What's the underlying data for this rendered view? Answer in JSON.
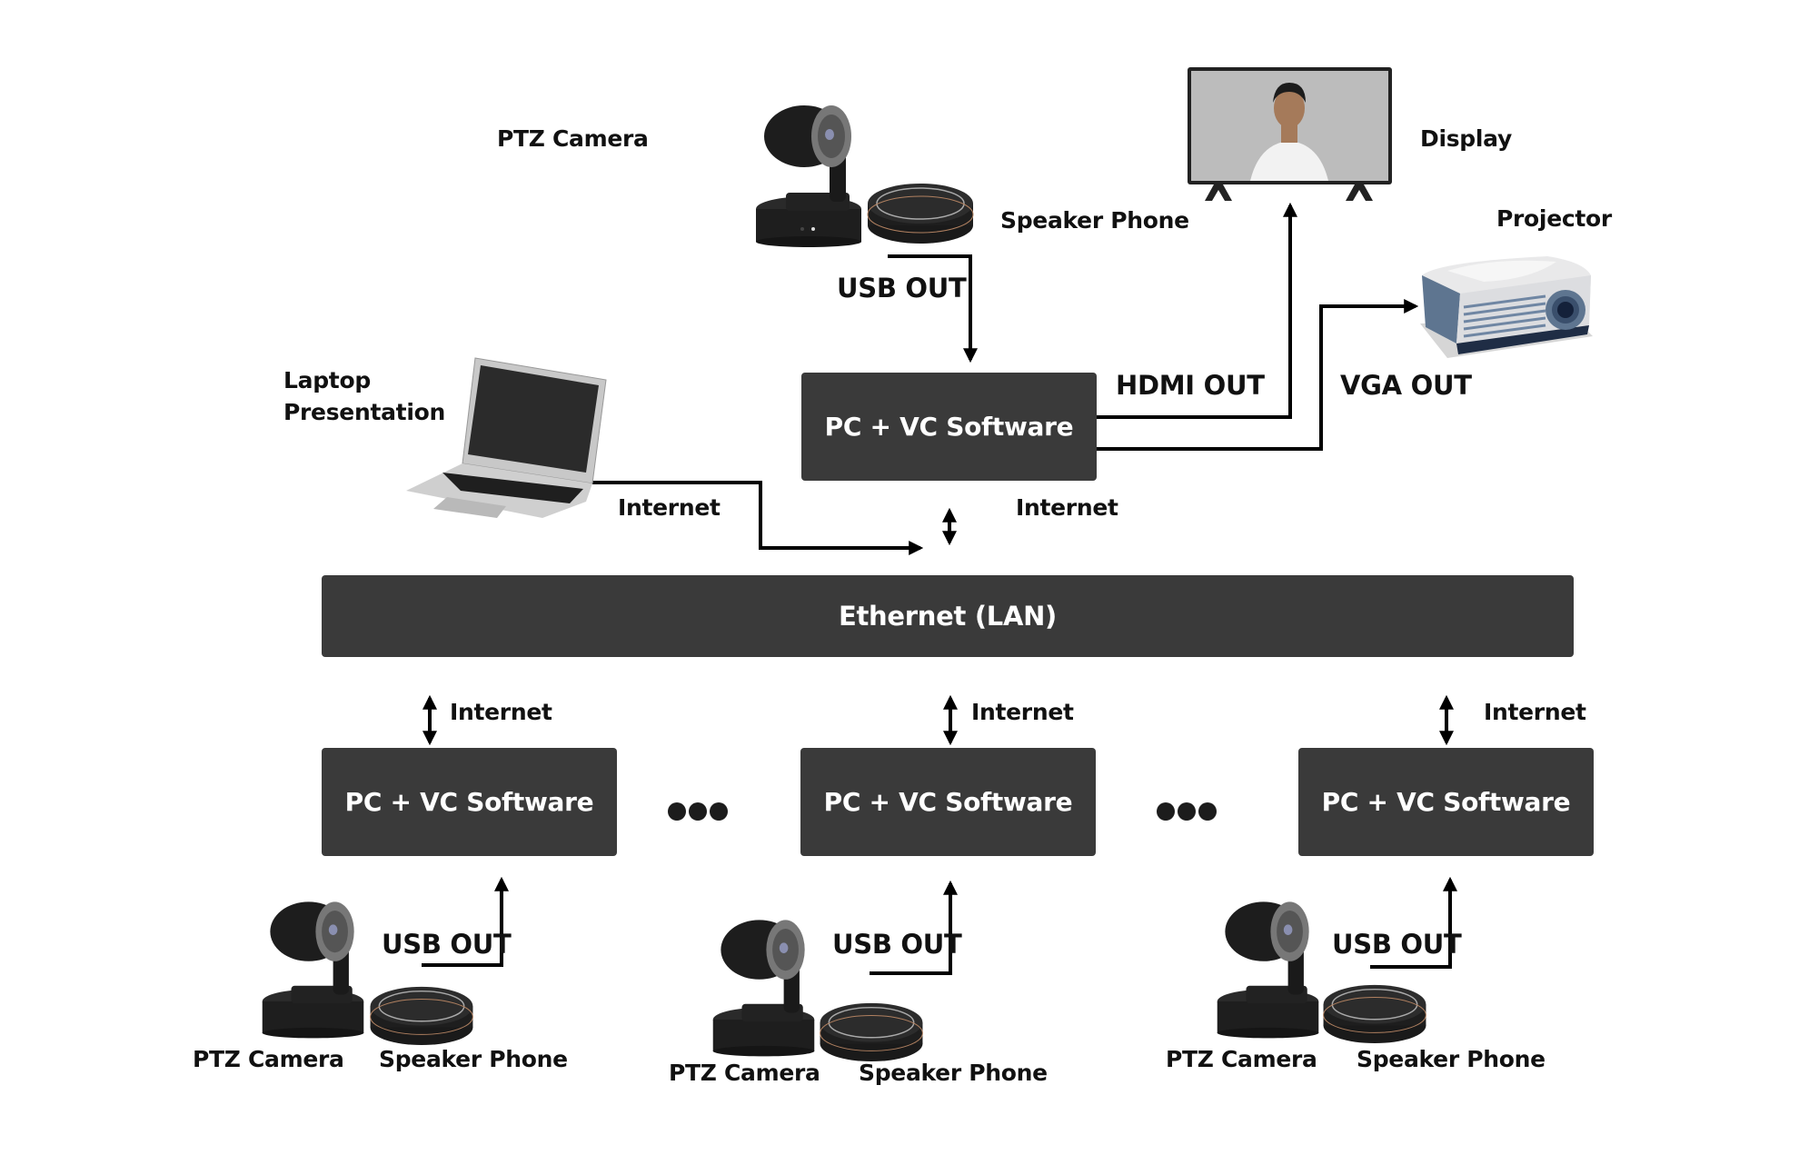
{
  "title": "Video Conferencing Network Setup",
  "top_room": {
    "camera_label": "PTZ Camera",
    "speaker_label": "Speaker Phone",
    "usb_label": "USB OUT",
    "pc_label": "PC + VC Software",
    "hdmi_label": "HDMI OUT",
    "vga_label": "VGA OUT",
    "display_label": "Display",
    "projector_label": "Projector",
    "laptop_label_line1": "Laptop",
    "laptop_label_line2": "Presentation",
    "laptop_link_label": "Internet",
    "pc_link_label": "Internet"
  },
  "network": {
    "label": "Ethernet (LAN)"
  },
  "remote_rooms": [
    {
      "pc_label": "PC + VC Software",
      "link_label": "Internet",
      "usb_label": "USB OUT",
      "camera_label": "PTZ Camera",
      "speaker_label": "Speaker Phone"
    },
    {
      "pc_label": "PC + VC Software",
      "link_label": "Internet",
      "usb_label": "USB OUT",
      "camera_label": "PTZ Camera",
      "speaker_label": "Speaker Phone"
    },
    {
      "pc_label": "PC + VC Software",
      "link_label": "Internet",
      "usb_label": "USB OUT",
      "camera_label": "PTZ Camera",
      "speaker_label": "Speaker Phone"
    }
  ],
  "ellipsis_icons": [
    "ellipsis-icon",
    "ellipsis-icon"
  ],
  "colors": {
    "box": "#3a3a3a",
    "line": "#000000",
    "text": "#111111"
  }
}
